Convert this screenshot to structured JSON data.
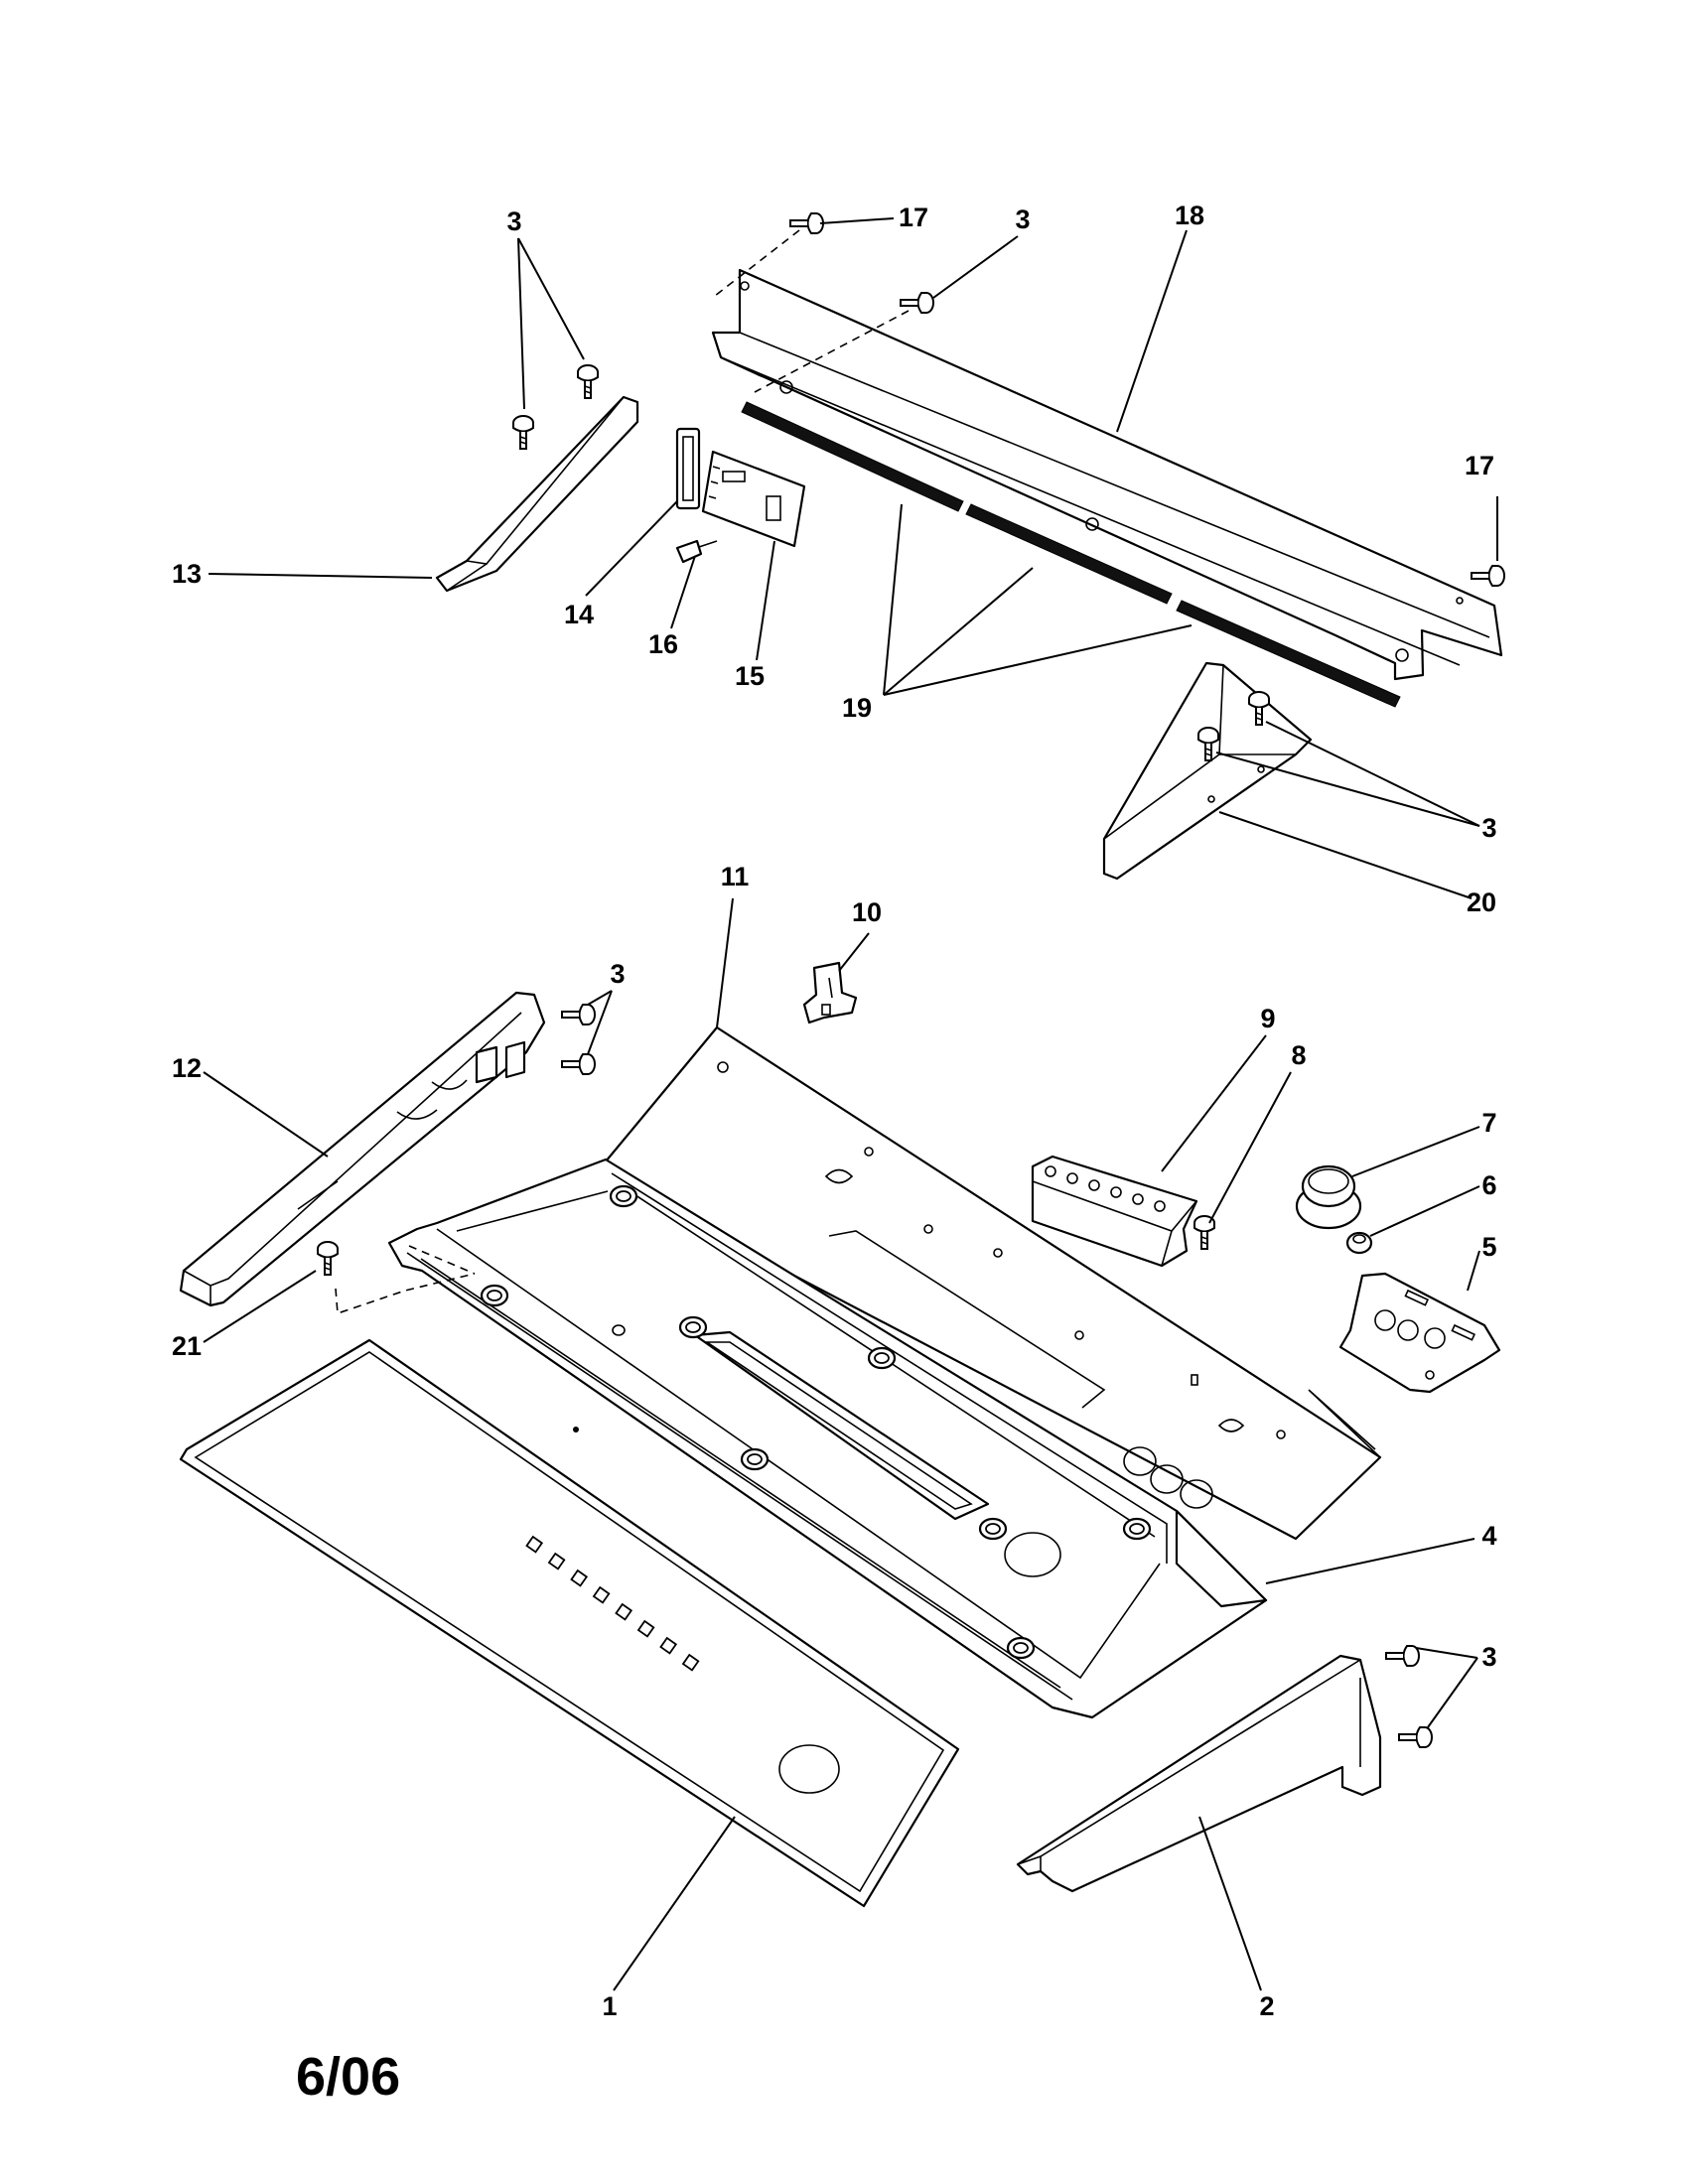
{
  "diagram": {
    "revision_code": "6/06",
    "callouts": {
      "c1": "1",
      "c2": "2",
      "c3a": "3",
      "c3b": "3",
      "c3c": "3",
      "c3d": "3",
      "c3e": "3",
      "c4": "4",
      "c5": "5",
      "c6": "6",
      "c7": "7",
      "c8": "8",
      "c9": "9",
      "c10": "10",
      "c11": "11",
      "c12": "12",
      "c13": "13",
      "c14": "14",
      "c15": "15",
      "c16": "16",
      "c17a": "17",
      "c17b": "17",
      "c18": "18",
      "c19": "19",
      "c20": "20",
      "c21": "21"
    }
  }
}
